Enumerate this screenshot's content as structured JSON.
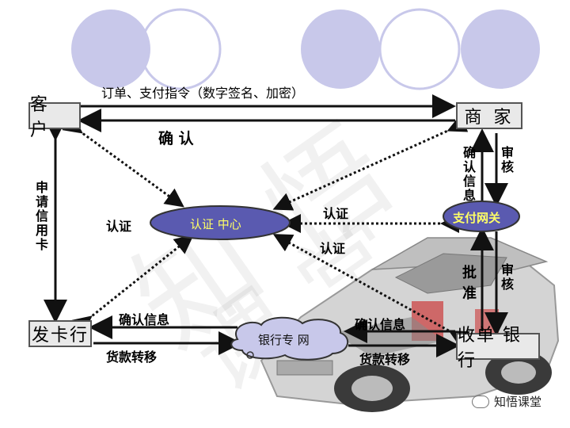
{
  "nodes": {
    "customer": "客 户",
    "merchant": "商 家",
    "issuer": "发卡行",
    "acquirer": "收单 银行",
    "cert_center": "认证 中心",
    "gateway": "支付网关",
    "bank_net": "银行专 网"
  },
  "labels": {
    "order_payment": "订单、支付指令（数字签名、加密）",
    "confirm": "确 认",
    "apply_card": "申请信用卡",
    "confirm_info_v": "确认信息",
    "audit_top": "审核",
    "auth_left": "认证",
    "auth_right_top": "认证",
    "auth_right_bottom": "认证",
    "approve": "批准",
    "audit_bottom": "审核",
    "issuer_confirm_info": "确认信息",
    "issuer_fund_transfer": "货款转移",
    "acquirer_confirm_info": "确认信息",
    "acquirer_fund_transfer": "货款转移"
  },
  "watermark": "知悟课堂",
  "logo_text": "知悟课堂",
  "colors": {
    "circle": "#c8c8ea",
    "ellipse": "#5a5ab0",
    "cert_text": "#ffff66",
    "gateway_text": "#ffff66",
    "arrow": "#111111"
  }
}
